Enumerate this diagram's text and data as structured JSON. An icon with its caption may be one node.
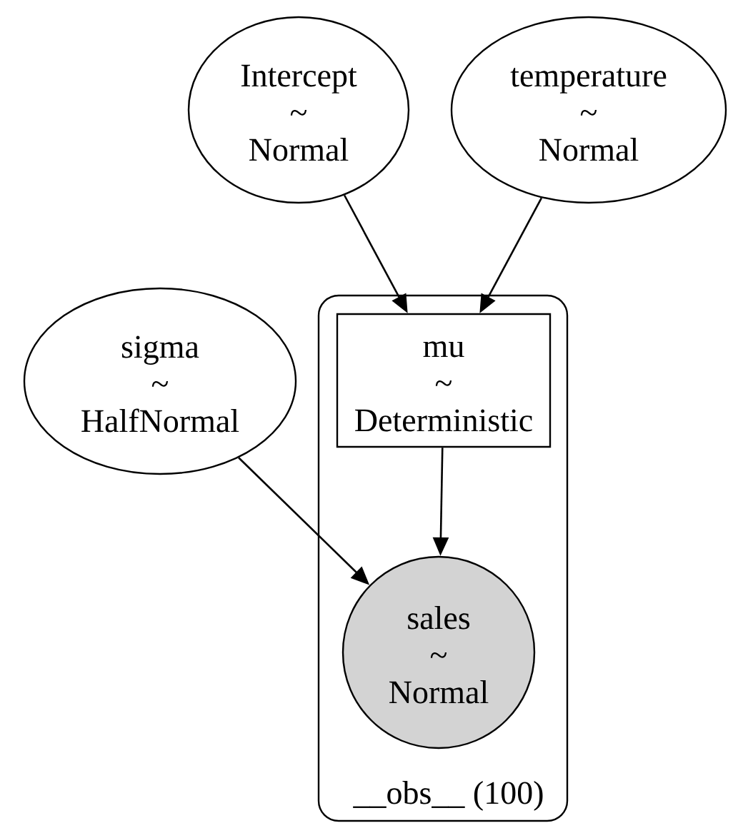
{
  "diagram": {
    "nodes": [
      {
        "text": [
          "Intercept",
          "~",
          "Normal"
        ]
      },
      {
        "text": [
          "temperature",
          "~",
          "Normal"
        ]
      },
      {
        "text": [
          "sigma",
          "~",
          "HalfNormal"
        ]
      },
      {
        "text": [
          "__obs__ (100)"
        ]
      },
      {
        "text": [
          "mu",
          "~",
          "Deterministic"
        ],
        "in": 3
      },
      {
        "text": [
          "sales",
          "~",
          "Normal"
        ],
        "in": 3
      }
    ],
    "edges": [
      {
        "from": 0,
        "to": 4,
        "arrow": "to"
      },
      {
        "from": 1,
        "to": 4,
        "arrow": "to"
      },
      {
        "from": 2,
        "to": 5,
        "arrow": "to"
      },
      {
        "from": 4,
        "to": 5,
        "arrow": "to"
      }
    ]
  }
}
